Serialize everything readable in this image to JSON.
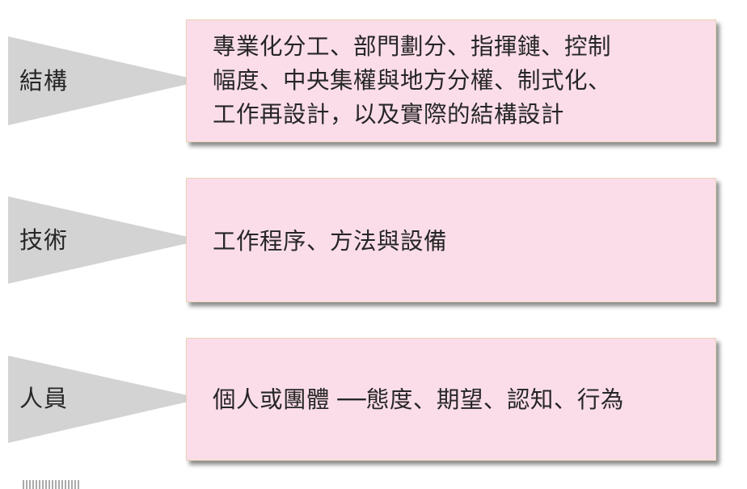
{
  "rows": [
    {
      "category": "結構",
      "description": "專業化分工、部門劃分、指揮鏈、控制\n幅度、中央集權與地方分權、制式化、\n工作再設計，以及實際的結構設計"
    },
    {
      "category": "技術",
      "description": "工作程序、方法與設備"
    },
    {
      "category": "人員",
      "description": "個人或團體 ──態度、期望、認知、行為"
    }
  ],
  "colors": {
    "card_fill": "#fbdde9",
    "card_border": "#ead3b5",
    "pointer_fill": "#d3d3d3",
    "text": "#262626"
  }
}
